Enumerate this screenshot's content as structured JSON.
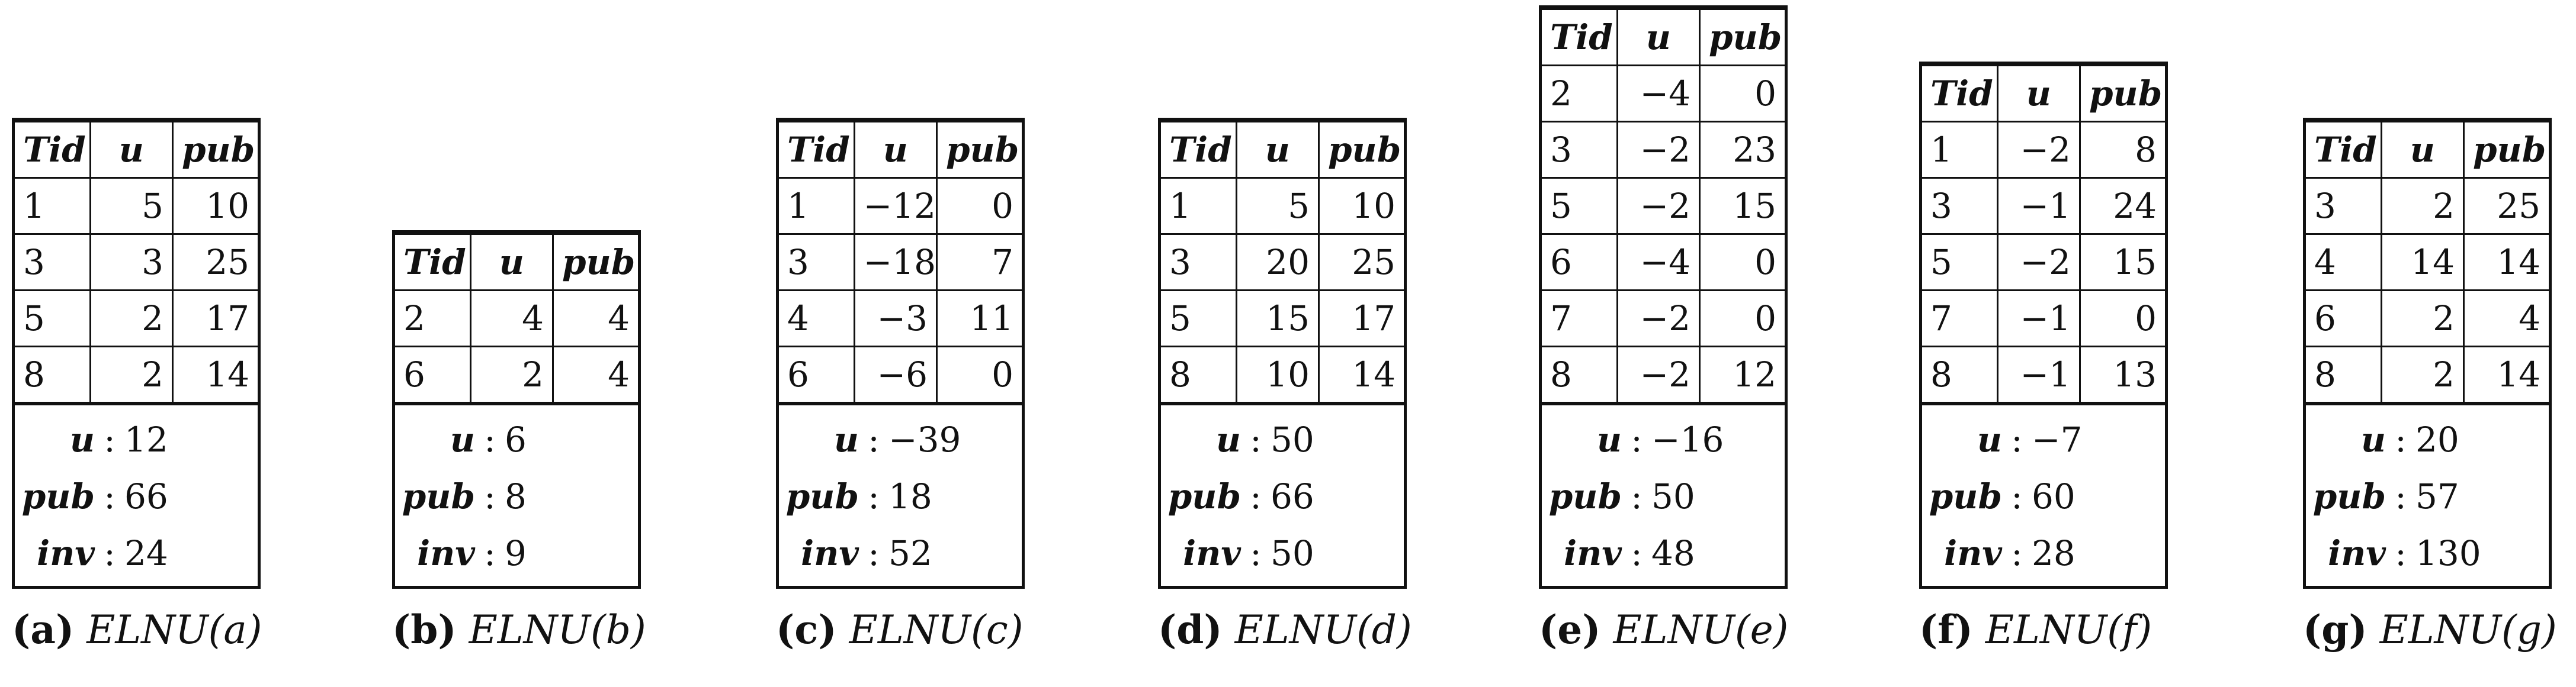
{
  "panels": [
    {
      "id": "a",
      "header": [
        "Tid",
        "u",
        "pub"
      ],
      "rows": [
        [
          "1",
          "5",
          "10"
        ],
        [
          "3",
          "3",
          "25"
        ],
        [
          "5",
          "2",
          "17"
        ],
        [
          "8",
          "2",
          "14"
        ]
      ],
      "summary": [
        {
          "key": "u",
          "value": "12"
        },
        {
          "key": "pub",
          "value": "66"
        },
        {
          "key": "inv",
          "value": "24"
        }
      ],
      "caption_letter": "(a)",
      "caption_text": "ELNU(a)"
    },
    {
      "id": "b",
      "header": [
        "Tid",
        "u",
        "pub"
      ],
      "rows": [
        [
          "2",
          "4",
          "4"
        ],
        [
          "6",
          "2",
          "4"
        ]
      ],
      "summary": [
        {
          "key": "u",
          "value": "6"
        },
        {
          "key": "pub",
          "value": "8"
        },
        {
          "key": "inv",
          "value": "9"
        }
      ],
      "caption_letter": "(b)",
      "caption_text": "ELNU(b)"
    },
    {
      "id": "c",
      "header": [
        "Tid",
        "u",
        "pub"
      ],
      "rows": [
        [
          "1",
          "−12",
          "0"
        ],
        [
          "3",
          "−18",
          "7"
        ],
        [
          "4",
          "−3",
          "11"
        ],
        [
          "6",
          "−6",
          "0"
        ]
      ],
      "summary": [
        {
          "key": "u",
          "value": "−39"
        },
        {
          "key": "pub",
          "value": "18"
        },
        {
          "key": "inv",
          "value": "52"
        }
      ],
      "caption_letter": "(c)",
      "caption_text": "ELNU(c)"
    },
    {
      "id": "d",
      "header": [
        "Tid",
        "u",
        "pub"
      ],
      "rows": [
        [
          "1",
          "5",
          "10"
        ],
        [
          "3",
          "20",
          "25"
        ],
        [
          "5",
          "15",
          "17"
        ],
        [
          "8",
          "10",
          "14"
        ]
      ],
      "summary": [
        {
          "key": "u",
          "value": "50"
        },
        {
          "key": "pub",
          "value": "66"
        },
        {
          "key": "inv",
          "value": "50"
        }
      ],
      "caption_letter": "(d)",
      "caption_text": "ELNU(d)"
    },
    {
      "id": "e",
      "header": [
        "Tid",
        "u",
        "pub"
      ],
      "rows": [
        [
          "2",
          "−4",
          "0"
        ],
        [
          "3",
          "−2",
          "23"
        ],
        [
          "5",
          "−2",
          "15"
        ],
        [
          "6",
          "−4",
          "0"
        ],
        [
          "7",
          "−2",
          "0"
        ],
        [
          "8",
          "−2",
          "12"
        ]
      ],
      "summary": [
        {
          "key": "u",
          "value": "−16"
        },
        {
          "key": "pub",
          "value": "50"
        },
        {
          "key": "inv",
          "value": "48"
        }
      ],
      "caption_letter": "(e)",
      "caption_text": "ELNU(e)"
    },
    {
      "id": "f",
      "header": [
        "Tid",
        "u",
        "pub"
      ],
      "rows": [
        [
          "1",
          "−2",
          "8"
        ],
        [
          "3",
          "−1",
          "24"
        ],
        [
          "5",
          "−2",
          "15"
        ],
        [
          "7",
          "−1",
          "0"
        ],
        [
          "8",
          "−1",
          "13"
        ]
      ],
      "summary": [
        {
          "key": "u",
          "value": "−7"
        },
        {
          "key": "pub",
          "value": "60"
        },
        {
          "key": "inv",
          "value": "28"
        }
      ],
      "caption_letter": "(f)",
      "caption_text": "ELNU(f)"
    },
    {
      "id": "g",
      "header": [
        "Tid",
        "u",
        "pub"
      ],
      "rows": [
        [
          "3",
          "2",
          "25"
        ],
        [
          "4",
          "14",
          "14"
        ],
        [
          "6",
          "2",
          "4"
        ],
        [
          "8",
          "2",
          "14"
        ]
      ],
      "summary": [
        {
          "key": "u",
          "value": "20"
        },
        {
          "key": "pub",
          "value": "57"
        },
        {
          "key": "inv",
          "value": "130"
        }
      ],
      "caption_letter": "(g)",
      "caption_text": "ELNU(g)"
    }
  ]
}
